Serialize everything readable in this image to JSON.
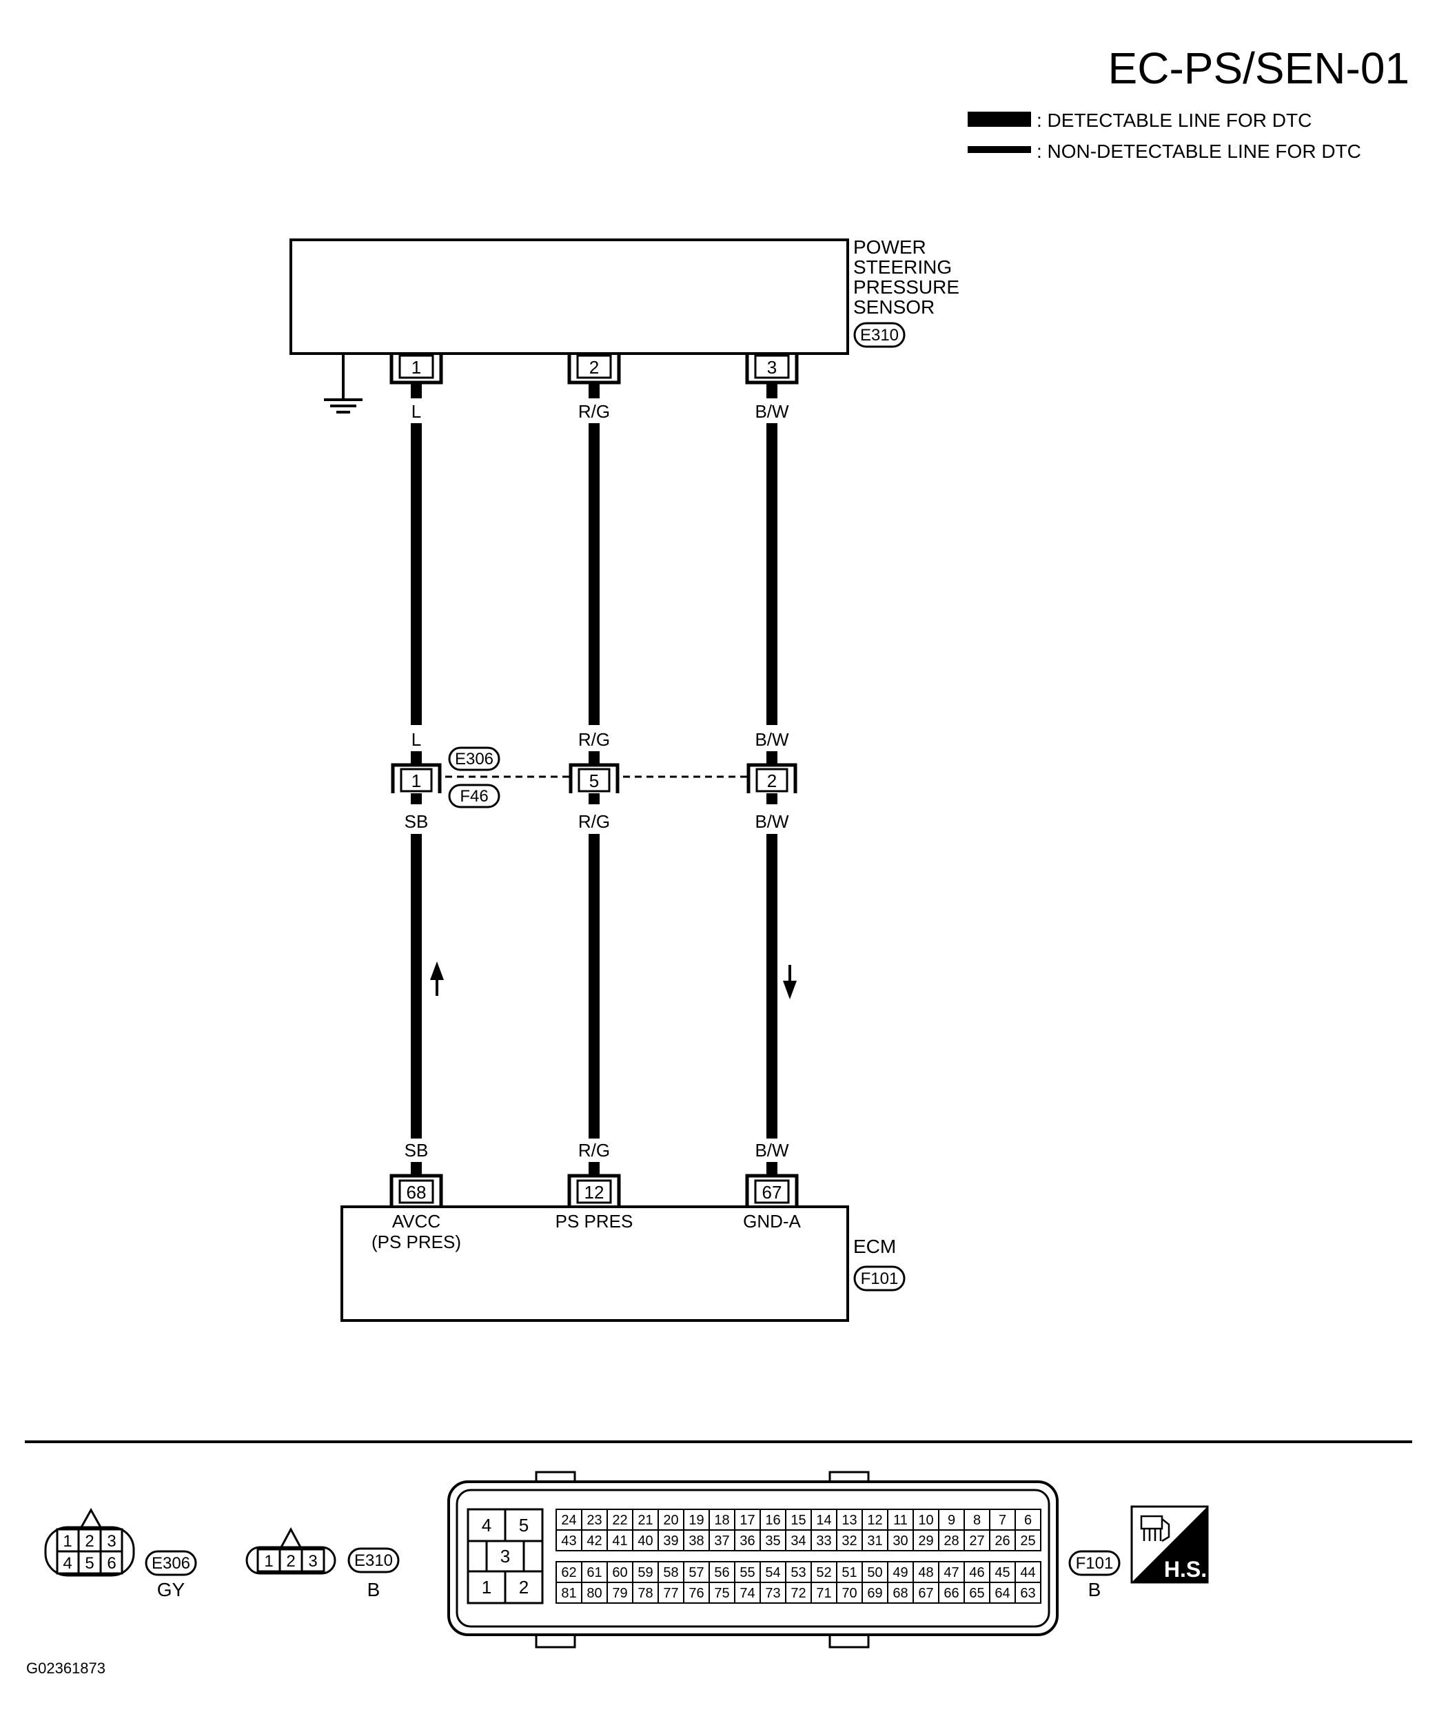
{
  "diagram_id": "EC-PS/SEN-01",
  "legend": [
    {
      "label": ": DETECTABLE LINE FOR DTC",
      "style": "thick"
    },
    {
      "label": ": NON-DETECTABLE LINE FOR DTC",
      "style": "thin"
    }
  ],
  "sensor": {
    "name_lines": [
      "POWER",
      "STEERING",
      "PRESSURE",
      "SENSOR"
    ],
    "connector": "E310",
    "pins": [
      "1",
      "2",
      "3"
    ]
  },
  "wire_colors_top": [
    "L",
    "R/G",
    "B/W"
  ],
  "junction": {
    "connector_top": "E306",
    "connector_bottom": "F46",
    "pins": [
      "1",
      "5",
      "2"
    ],
    "colors_above": [
      "L",
      "R/G",
      "B/W"
    ],
    "colors_below": [
      "SB",
      "R/G",
      "B/W"
    ]
  },
  "wire_colors_ecm": [
    "SB",
    "R/G",
    "B/W"
  ],
  "ecm": {
    "name": "ECM",
    "connector": "F101",
    "pins": [
      "68",
      "12",
      "67"
    ],
    "terminal_labels": [
      [
        "AVCC",
        "(PS PRES)"
      ],
      [
        "PS PRES"
      ],
      [
        "GND-A"
      ]
    ]
  },
  "connectors_bottom": [
    {
      "id": "E306",
      "color": "GY",
      "pins": [
        "1",
        "2",
        "3",
        "4",
        "5",
        "6"
      ]
    },
    {
      "id": "E310",
      "color": "B",
      "pins": [
        "1",
        "2",
        "3"
      ]
    },
    {
      "id": "F101",
      "color": "B",
      "big_pins": [
        "4",
        "5",
        "3",
        "1",
        "2"
      ],
      "rows": [
        [
          "24",
          "23",
          "22",
          "21",
          "20",
          "19",
          "18",
          "17",
          "16",
          "15",
          "14",
          "13",
          "12",
          "11",
          "10",
          "9",
          "8",
          "7",
          "6"
        ],
        [
          "43",
          "42",
          "41",
          "40",
          "39",
          "38",
          "37",
          "36",
          "35",
          "34",
          "33",
          "32",
          "31",
          "30",
          "29",
          "28",
          "27",
          "26",
          "25"
        ],
        [
          "62",
          "61",
          "60",
          "59",
          "58",
          "57",
          "56",
          "55",
          "54",
          "53",
          "52",
          "51",
          "50",
          "49",
          "48",
          "47",
          "46",
          "45",
          "44"
        ],
        [
          "81",
          "80",
          "79",
          "78",
          "77",
          "76",
          "75",
          "74",
          "73",
          "72",
          "71",
          "70",
          "69",
          "68",
          "67",
          "66",
          "65",
          "64",
          "63"
        ]
      ]
    }
  ],
  "hs_badge": "H.S.",
  "figure_id": "G02361873"
}
